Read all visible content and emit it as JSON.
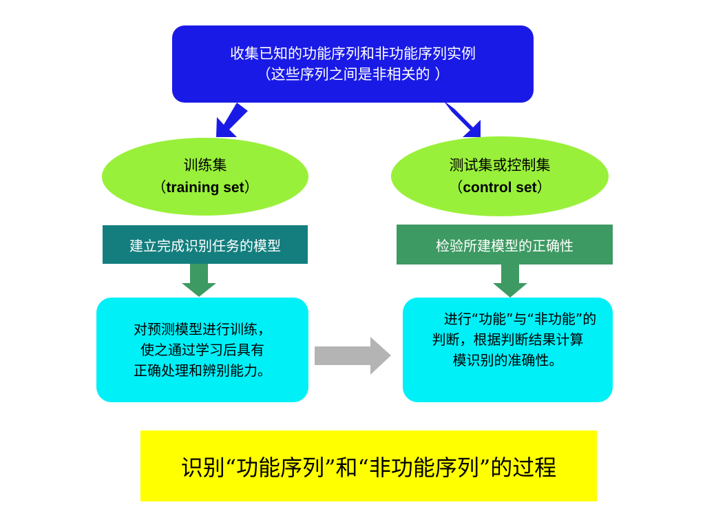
{
  "top_box": {
    "line1": "收集已知的功能序列和非功能序列实例",
    "line2": "（这些序列之间是非相关的 ）"
  },
  "left": {
    "ellipse_cn": "训练集",
    "ellipse_en_open": "（",
    "ellipse_en": "training set",
    "ellipse_en_close": "）",
    "label": "建立完成识别任务的模型",
    "box_line1": "对预测模型进行训练，",
    "box_line2": "使之通过学习后具有",
    "box_line3": "正确处理和辨别能力。"
  },
  "right": {
    "ellipse_cn": "测试集或控制集",
    "ellipse_en_open": "（",
    "ellipse_en": "control set",
    "ellipse_en_close": "）",
    "label": "检验所建模型的正确性",
    "box_line1": "进行“功能”与“非功能”的",
    "box_line2": "判断，根据判断结果计算",
    "box_line3": "模识别的准确性。"
  },
  "bottom_title": "识别“功能序列”和“非功能序列”的过程",
  "colors": {
    "top_box": "#1a1ae6",
    "ellipse": "#99f03a",
    "label_left": "#147e7e",
    "label_right": "#3d9a62",
    "cyan_box": "#00f0f8",
    "bottom_box": "#ffff00",
    "blue_arrow": "#1a1ae6",
    "green_arrow": "#3d9a62",
    "gray_arrow": "#b4b4b4"
  }
}
